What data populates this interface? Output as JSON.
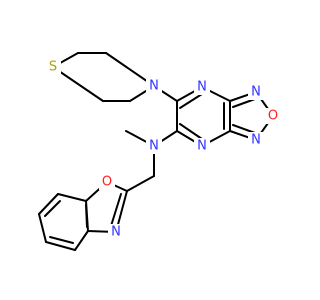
{
  "molecule": {
    "colors": {
      "bond": "#000000",
      "N": "#3333ff",
      "O": "#ff2020",
      "S": "#b3a000"
    },
    "atom_labels": [
      {
        "id": "S1",
        "symbol": "S",
        "text": "S"
      },
      {
        "id": "N1",
        "symbol": "N",
        "text": "N"
      },
      {
        "id": "N2",
        "symbol": "N",
        "text": "N"
      },
      {
        "id": "N3",
        "symbol": "N",
        "text": "N"
      },
      {
        "id": "O1",
        "symbol": "O",
        "text": "O"
      },
      {
        "id": "N4",
        "symbol": "N",
        "text": "N"
      },
      {
        "id": "N5",
        "symbol": "N",
        "text": "N"
      },
      {
        "id": "N6",
        "symbol": "N",
        "text": "N"
      },
      {
        "id": "O2",
        "symbol": "O",
        "text": "O"
      },
      {
        "id": "N7",
        "symbol": "N",
        "text": "N"
      }
    ]
  }
}
